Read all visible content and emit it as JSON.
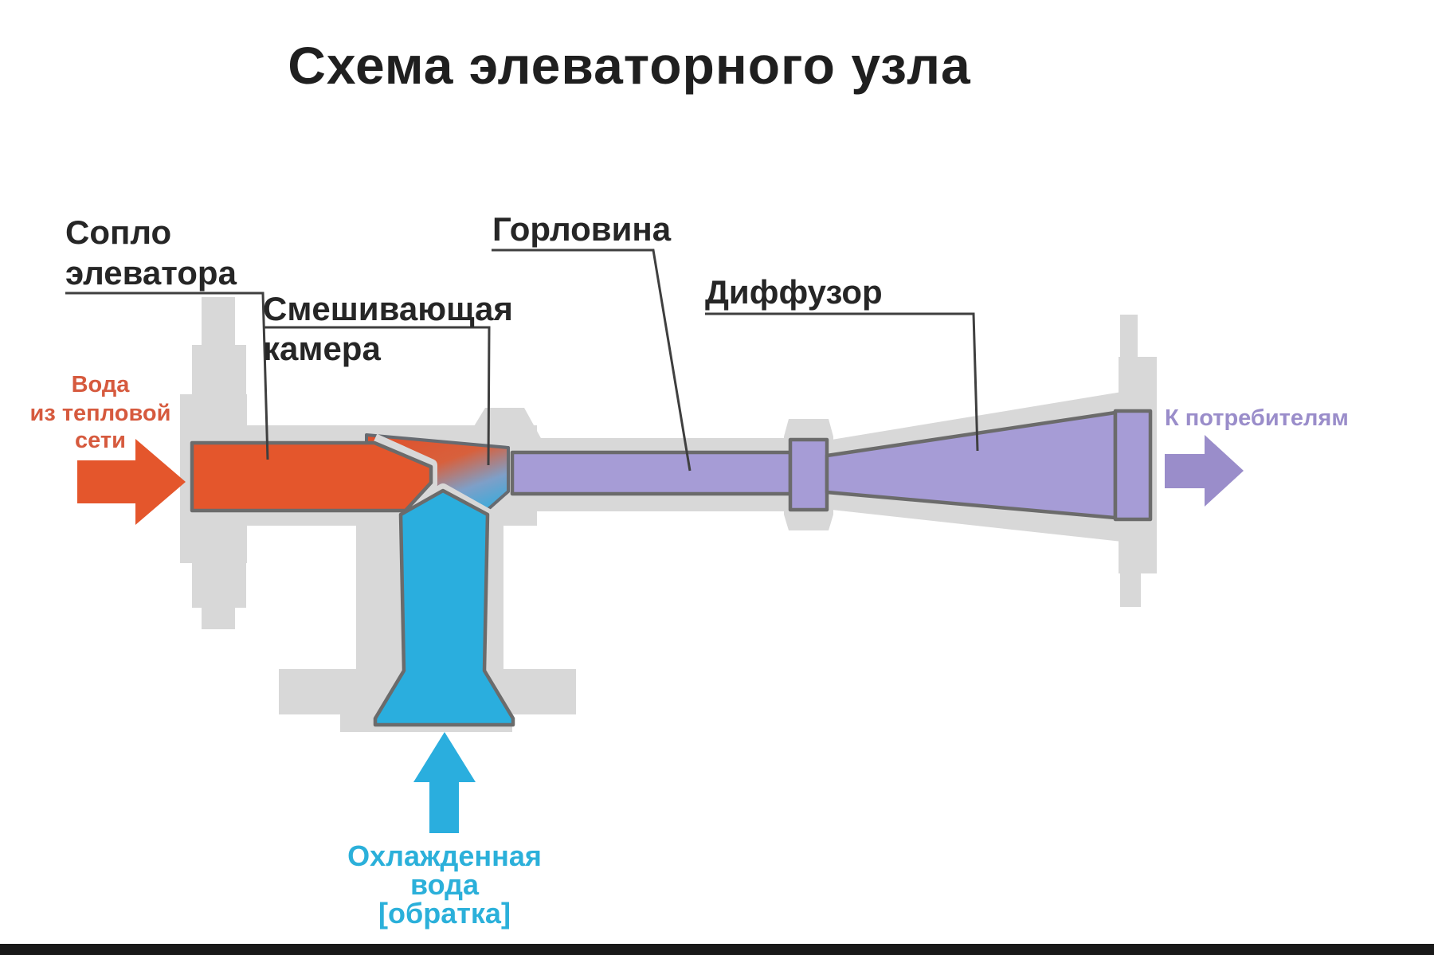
{
  "title": "Схема элеваторного узла",
  "labels": {
    "nozzle_line1": "Сопло",
    "nozzle_line2": "элеватора",
    "mixing_line1": "Смешивающая",
    "mixing_line2": "камера",
    "throat": "Горловина",
    "diffuser": "Диффузор"
  },
  "flows": {
    "inlet": {
      "line1": "Вода",
      "line2": "из тепловой",
      "line3": "сети",
      "color": "#d65a3e"
    },
    "outlet": {
      "label": "К потребителям",
      "color": "#9a8dca"
    },
    "return": {
      "line1": "Охлажденная",
      "line2": "вода",
      "line3": "[обратка]",
      "color": "#2bb0da"
    }
  },
  "colors": {
    "hot": "#e4562c",
    "cold": "#2aaede",
    "mixed": "#a69cd6",
    "casing": "#d8d8d8",
    "outline": "#6b6b6b",
    "footer": "#191919"
  }
}
